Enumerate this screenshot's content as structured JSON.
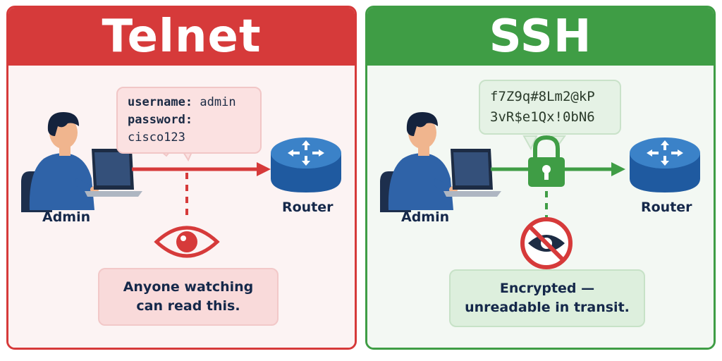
{
  "telnet": {
    "title": "Telnet",
    "admin_label": "Admin",
    "router_label": "Router",
    "bubble": {
      "username_key": "username:",
      "username_value": "admin",
      "password_key": "password:",
      "password_value": "cisco123"
    },
    "note_line1": "Anyone watching",
    "note_line2": "can read this.",
    "color": "#d63a3a"
  },
  "ssh": {
    "title": "SSH",
    "admin_label": "Admin",
    "router_label": "Router",
    "cipher_line1": "f7Z9q#8Lm2@kP",
    "cipher_line2": "3vR$e1Qx!0bN6",
    "note_line1": "Encrypted —",
    "note_line2": "unreadable in transit.",
    "color": "#3f9d45"
  },
  "icons": [
    "admin-person-icon",
    "laptop-icon",
    "router-icon",
    "eye-icon",
    "lock-icon",
    "eye-crossed-icon"
  ]
}
